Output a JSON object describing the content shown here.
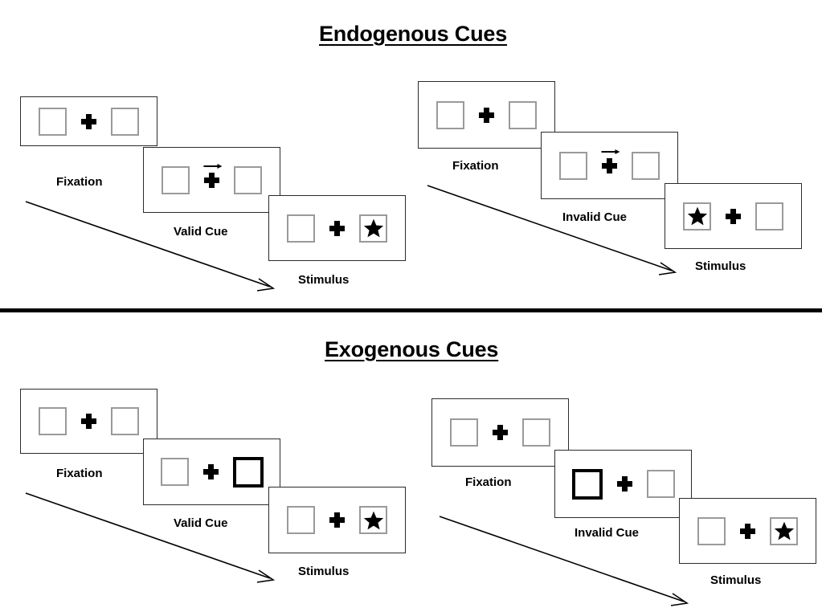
{
  "figure": {
    "sections": [
      {
        "id": "endogenous",
        "title": "Endogenous Cues",
        "columns": [
          {
            "id": "endogenous-valid",
            "frames": [
              {
                "id": "fixation",
                "caption": "Fixation",
                "left_box": "empty",
                "right_box": "empty",
                "cue": "none",
                "cross": "plus"
              },
              {
                "id": "valid-cue",
                "caption": "Valid Cue",
                "left_box": "empty",
                "right_box": "empty",
                "cue": "arrow-right",
                "cross": "plus"
              },
              {
                "id": "stimulus",
                "caption": "Stimulus",
                "left_box": "empty",
                "right_box": "star",
                "cue": "none",
                "cross": "plus"
              }
            ]
          },
          {
            "id": "endogenous-invalid",
            "frames": [
              {
                "id": "fixation",
                "caption": "Fixation",
                "left_box": "empty",
                "right_box": "empty",
                "cue": "none",
                "cross": "plus"
              },
              {
                "id": "invalid-cue",
                "caption": "Invalid Cue",
                "left_box": "empty",
                "right_box": "empty",
                "cue": "arrow-right",
                "cross": "plus"
              },
              {
                "id": "stimulus",
                "caption": "Stimulus",
                "left_box": "star",
                "right_box": "empty",
                "cue": "none",
                "cross": "plus"
              }
            ]
          }
        ]
      },
      {
        "id": "exogenous",
        "title": "Exogenous Cues",
        "columns": [
          {
            "id": "exogenous-valid",
            "frames": [
              {
                "id": "fixation",
                "caption": "Fixation",
                "left_box": "empty",
                "right_box": "empty",
                "cue": "none",
                "cross": "plus"
              },
              {
                "id": "valid-cue",
                "caption": "Valid Cue",
                "left_box": "empty",
                "right_box": "highlight",
                "cue": "none",
                "cross": "plus"
              },
              {
                "id": "stimulus",
                "caption": "Stimulus",
                "left_box": "empty",
                "right_box": "star",
                "cue": "none",
                "cross": "plus"
              }
            ]
          },
          {
            "id": "exogenous-invalid",
            "frames": [
              {
                "id": "fixation",
                "caption": "Fixation",
                "left_box": "empty",
                "right_box": "empty",
                "cue": "none",
                "cross": "plus"
              },
              {
                "id": "invalid-cue",
                "caption": "Invalid Cue",
                "left_box": "highlight",
                "right_box": "empty",
                "cue": "none",
                "cross": "plus"
              },
              {
                "id": "stimulus",
                "caption": "Stimulus",
                "left_box": "empty",
                "right_box": "star",
                "cue": "none",
                "cross": "plus"
              }
            ]
          }
        ]
      }
    ],
    "icons": {
      "fixation_cross": "plus-icon",
      "cue_arrow": "arrow-right-icon",
      "target": "star-icon",
      "timeline": "time-arrow-icon"
    },
    "colors": {
      "ink": "#000000",
      "panel_border": "#2b2b2b",
      "box_border": "#9a9a9a",
      "cued_box_border": "#000000",
      "background": "#ffffff",
      "divider": "#000000"
    }
  }
}
